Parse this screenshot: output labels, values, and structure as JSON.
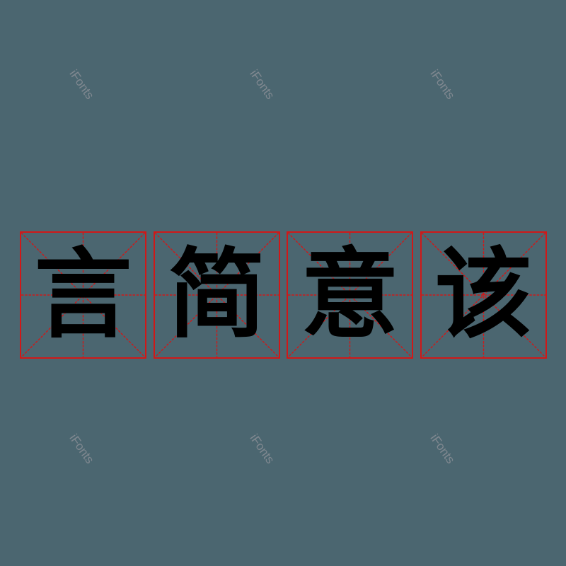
{
  "watermark": "iFonts",
  "characters": [
    "言",
    "简",
    "意",
    "该"
  ],
  "colors": {
    "background": "#4b6670",
    "grid": "#d01818",
    "text": "#000000",
    "watermark": "#8a8f96"
  }
}
